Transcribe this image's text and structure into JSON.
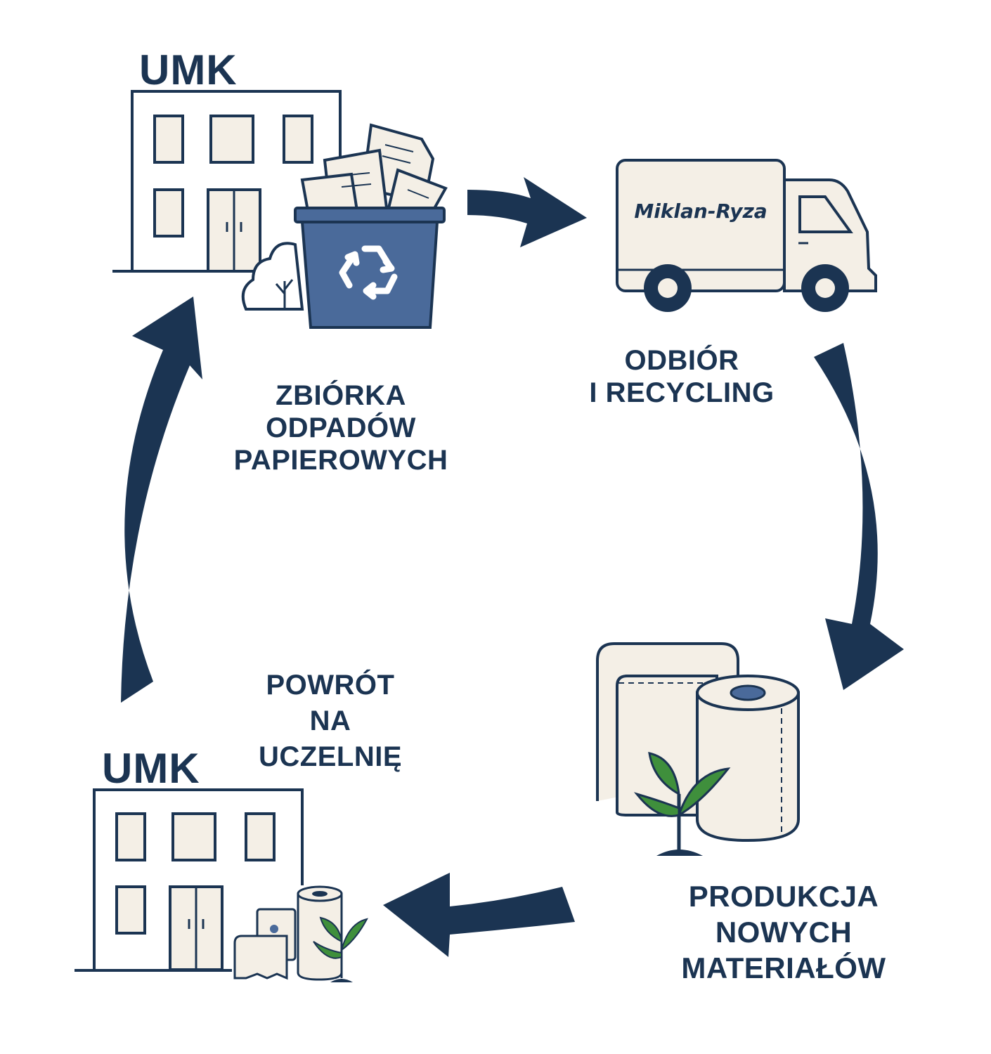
{
  "stage1": {
    "org": "UMK",
    "lines": [
      "ZBIÓRKA",
      "ODPADÓW",
      "PAPIEROWYCH"
    ],
    "icon": "recycle-bin-icon"
  },
  "stage2": {
    "company": "Miklan-Ryza",
    "lines": [
      "ODBIÓR",
      "I RECYCLING"
    ],
    "icon": "truck-icon"
  },
  "stage3": {
    "lines": [
      "PRODUKCJA",
      "NOWYCH",
      "MATERIAŁÓW"
    ],
    "icon": "paper-rolls-icon"
  },
  "stage4": {
    "org": "UMK",
    "lines": [
      "POWRÓT",
      "NA",
      "UCZELNIĘ"
    ],
    "icon": "building-icon"
  },
  "colors": {
    "navy": "#1b3452",
    "cream": "#f4efe6",
    "bin_blue": "#4a6a9a",
    "leaf_green": "#3f8f3c"
  }
}
